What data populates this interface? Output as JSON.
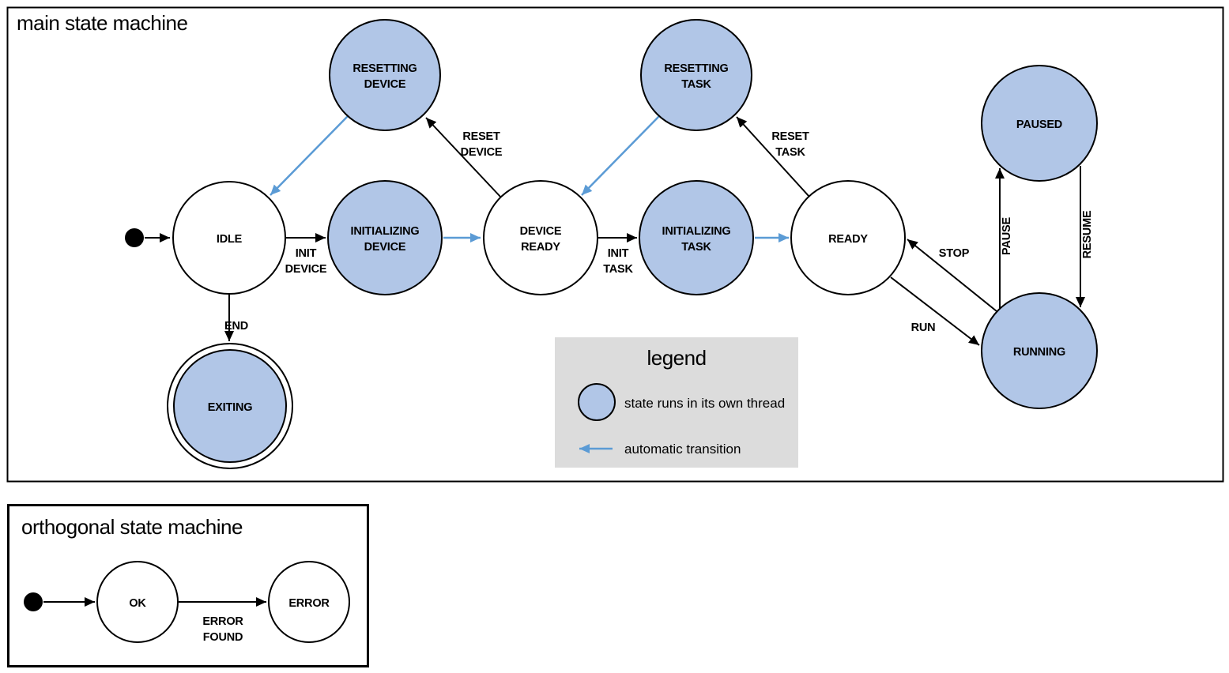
{
  "colors": {
    "state_thread_fill": "#b1c6e7",
    "auto_transition_blue": "#5b9bd5",
    "legend_background": "#dcdcdc"
  },
  "main": {
    "title": "main state machine",
    "states": {
      "idle": "IDLE",
      "resetting_device_line1": "RESETTING",
      "resetting_device_line2": "DEVICE",
      "initializing_device_line1": "INITIALIZING",
      "initializing_device_line2": "DEVICE",
      "device_ready_line1": "DEVICE",
      "device_ready_line2": "READY",
      "resetting_task_line1": "RESETTING",
      "resetting_task_line2": "TASK",
      "initializing_task_line1": "INITIALIZING",
      "initializing_task_line2": "TASK",
      "ready": "READY",
      "paused": "PAUSED",
      "running": "RUNNING",
      "exiting": "EXITING"
    },
    "transitions": {
      "init_device_line1": "INIT",
      "init_device_line2": "DEVICE",
      "reset_device_line1": "RESET",
      "reset_device_line2": "DEVICE",
      "init_task_line1": "INIT",
      "init_task_line2": "TASK",
      "reset_task_line1": "RESET",
      "reset_task_line2": "TASK",
      "end": "END",
      "stop": "STOP",
      "run": "RUN",
      "pause": "PAUSE",
      "resume": "RESUME"
    }
  },
  "legend": {
    "title": "legend",
    "thread_item": "state runs in its own thread",
    "auto_item": "automatic transition"
  },
  "orthogonal": {
    "title": "orthogonal state machine",
    "states": {
      "ok": "OK",
      "error": "ERROR"
    },
    "transitions": {
      "error_found_line1": "ERROR",
      "error_found_line2": "FOUND"
    }
  }
}
